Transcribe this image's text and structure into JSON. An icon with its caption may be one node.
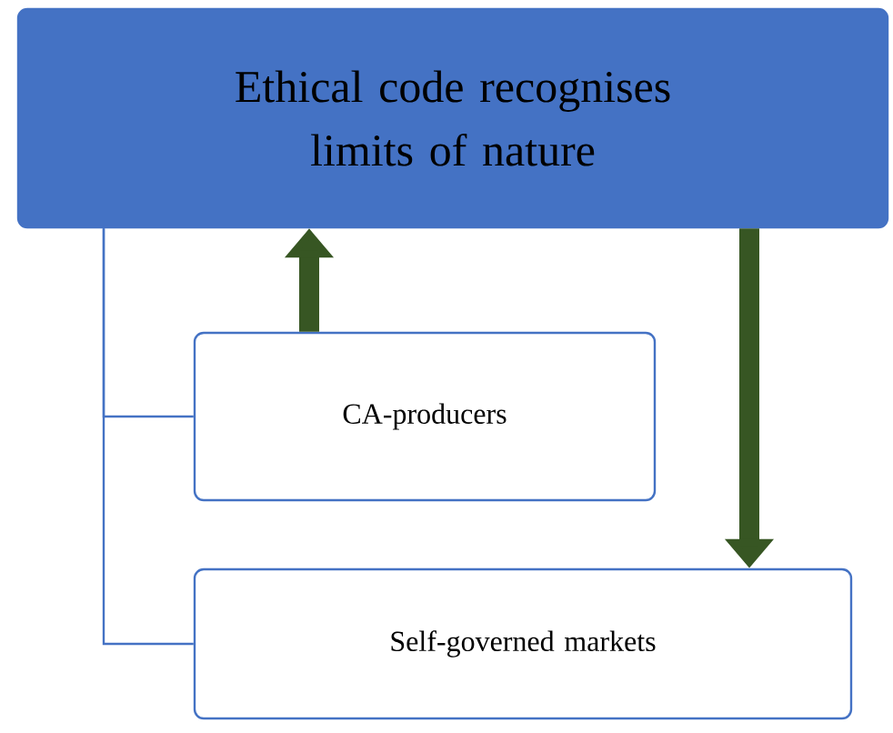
{
  "diagram": {
    "nodes": [
      {
        "text": [
          "Ethical code recognises limits of nature"
        ]
      },
      {
        "text": [
          "CA-producers"
        ]
      },
      {
        "text": [
          "Self-governed markets"
        ]
      }
    ],
    "edges": [
      {
        "from": 1,
        "to": 0,
        "arrow": "to",
        "style": "thick",
        "color": "#375623"
      },
      {
        "from": 0,
        "to": 2,
        "arrow": "to",
        "style": "thick",
        "color": "#375623"
      },
      {
        "from": 0,
        "to": 1,
        "arrow": "none",
        "color": "#4472c4"
      },
      {
        "from": 0,
        "to": 2,
        "arrow": "none",
        "color": "#4472c4"
      }
    ]
  }
}
